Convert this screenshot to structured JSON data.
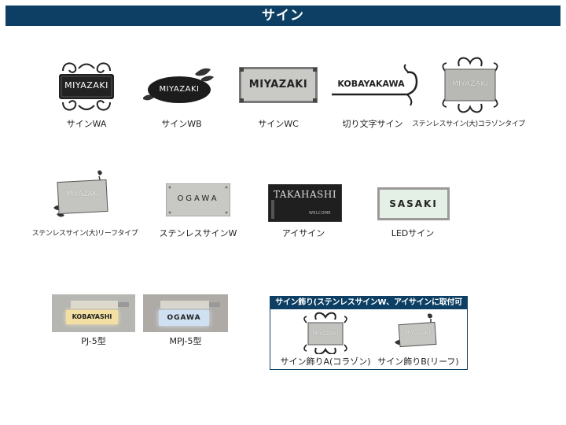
{
  "header": {
    "title": "サイン"
  },
  "signs": {
    "wa": {
      "plate": "MIYAZAKI",
      "caption": "サインWA"
    },
    "wb": {
      "plate": "MIYAZAKI",
      "caption": "サインWB"
    },
    "wc": {
      "plate": "MIYAZAKI",
      "caption": "サインWC"
    },
    "kiri": {
      "plate": "KOBAYAKAWA",
      "caption": "切り文字サイン"
    },
    "stcor": {
      "plate": "MIYAZAKI",
      "caption": "ステンレスサイン(大)コラゾンタイプ"
    },
    "stleaf": {
      "plate": "MIYAZAKI",
      "caption": "ステンレスサイン(大)リーフタイプ"
    },
    "stw": {
      "plate": "OGAWA",
      "caption": "ステンレスサインW"
    },
    "ai": {
      "plate": "TAKAHASHI",
      "sub": "WELCOME",
      "caption": "アイサイン"
    },
    "led": {
      "plate": "SASAKI",
      "caption": "LEDサイン"
    },
    "pj5": {
      "plate": "KOBAYASHI",
      "caption": "PJ-5型"
    },
    "mpj5": {
      "plate": "OGAWA",
      "caption": "MPJ-5型"
    }
  },
  "decor_box": {
    "title": "サイン飾り(ステンレスサインW、アイサインに取付可能)",
    "a": {
      "plate": "MIYAZAKI",
      "caption": "サイン飾りA(コラゾン)"
    },
    "b": {
      "plate": "MIYAZAKI",
      "caption": "サイン飾りB(リーフ)"
    }
  }
}
